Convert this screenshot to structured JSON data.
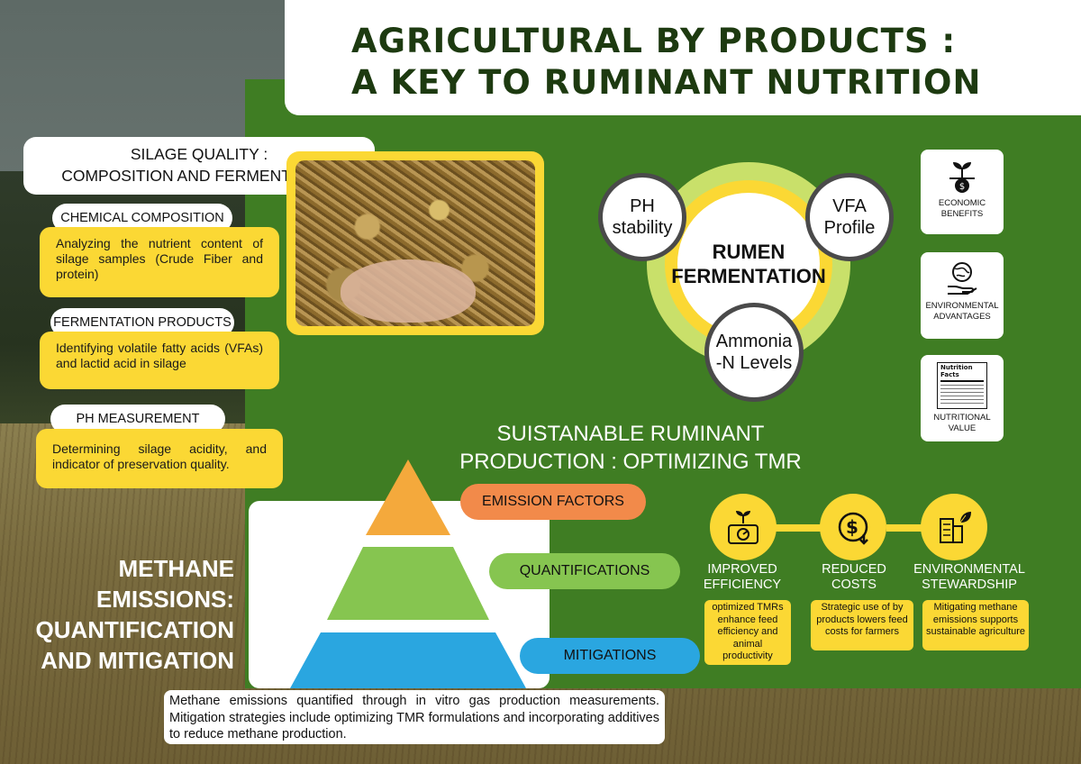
{
  "title": {
    "line1": "AGRICULTURAL BY PRODUCTS :",
    "line2": "A KEY TO RUMINANT NUTRITION"
  },
  "silage": {
    "heading_line1": "SILAGE QUALITY :",
    "heading_line2": "COMPOSITION AND FERMENTATION",
    "items": [
      {
        "label": "CHEMICAL COMPOSITION",
        "text": "Analyzing the nutrient content of silage samples (Crude Fiber and protein)"
      },
      {
        "label": "FERMENTATION PRODUCTS",
        "text": "Identifying volatile fatty acids (VFAs) and lactid acid in silage"
      },
      {
        "label": "PH MEASUREMENT",
        "text": "Determining silage acidity, and indicator of preservation quality."
      }
    ]
  },
  "rumen": {
    "center_line1": "RUMEN",
    "center_line2": "FERMENTATION",
    "bubbles": [
      {
        "line1": "PH",
        "line2": "stability"
      },
      {
        "line1": "VFA",
        "line2": "Profile"
      },
      {
        "line1": "Ammonia",
        "line2": "-N Levels"
      }
    ]
  },
  "cards": [
    {
      "line1": "ECONOMIC",
      "line2": "BENEFITS",
      "icon": "plant-coin-icon"
    },
    {
      "line1": "ENVIRONMENTAL",
      "line2": "ADVANTAGES",
      "icon": "globe-hand-icon"
    },
    {
      "line1": "NUTRITIONAL",
      "line2": "VALUE",
      "icon": "nutrition-facts-icon",
      "icon_text": "Nutrition Facts"
    }
  ],
  "sustainable": {
    "line1": "SUISTANABLE RUMINANT",
    "line2": "PRODUCTION : OPTIMIZING TMR"
  },
  "methane": {
    "title_lines": [
      "METHANE",
      "EMISSIONS:",
      "QUANTIFICATION",
      "AND MITIGATION"
    ],
    "pyramid": [
      "EMISSION FACTORS",
      "QUANTIFICATIONS",
      "MITIGATIONS"
    ],
    "description": "Methane emissions quantified through in vitro gas production measurements. Mitigation strategies include optimizing TMR formulations and incorporating additives to reduce methane production."
  },
  "benefits": [
    {
      "title_line1": "IMPROVED",
      "title_line2": "EFFICIENCY",
      "desc": "optimized TMRs enhance feed efficiency and animal productivity",
      "icon": "growth-meter-icon"
    },
    {
      "title_line1": "REDUCED",
      "title_line2": "COSTS",
      "desc": "Strategic use of by products lowers feed costs for farmers",
      "icon": "dollar-down-icon"
    },
    {
      "title_line1": "ENVIRONMENTAL",
      "title_line2": "STEWARDSHIP",
      "desc": "Mitigating methane emissions supports sustainable agriculture",
      "icon": "building-leaf-icon"
    }
  ],
  "colors": {
    "green_panel": "#3f7d23",
    "yellow": "#fbd834",
    "orange": "#f28a4a",
    "light_green": "#7cc24a",
    "blue": "#2aa6e0",
    "pyramid_orange": "#f4a93c",
    "pyramid_green": "#86c550",
    "pyramid_blue": "#2aa6e0"
  }
}
